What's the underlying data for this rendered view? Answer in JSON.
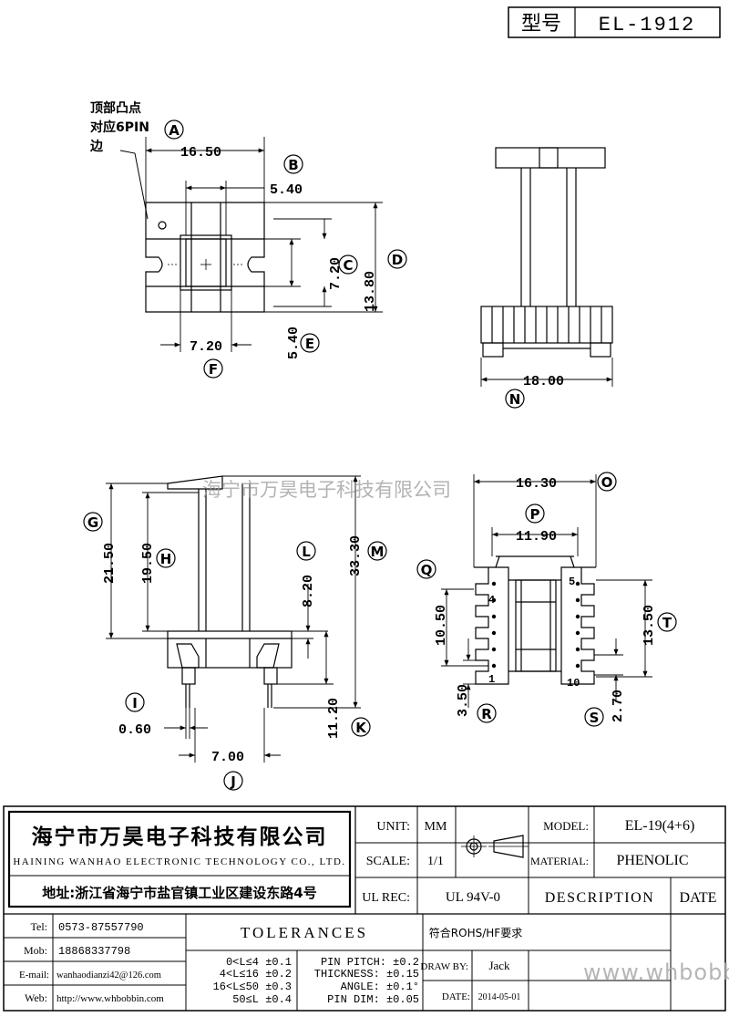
{
  "header": {
    "model_label": "型号",
    "model_value": "EL-1912"
  },
  "note": {
    "line1": "顶部凸点",
    "line2": "对应6PIN",
    "line3": "边"
  },
  "watermark": "海宁市万昊电子科技有限公司",
  "dims": {
    "A": "A",
    "B": "B",
    "C": "C",
    "D": "D",
    "E": "E",
    "F": "F",
    "G": "G",
    "H": "H",
    "I": "I",
    "J": "J",
    "K": "K",
    "L": "L",
    "M": "M",
    "N": "N",
    "O": "O",
    "P": "P",
    "Q": "Q",
    "R": "R",
    "S": "S",
    "T": "T",
    "v_a": "16.50",
    "v_b": "5.40",
    "v_c": "7.20",
    "v_d": "13.80",
    "v_e": "5.40",
    "v_f": "7.20",
    "v_n": "18.00",
    "v_g": "21.50",
    "v_h": "19.50",
    "v_l": "8.20",
    "v_m": "33.30",
    "v_i": "0.60",
    "v_j": "7.00",
    "v_k": "11.20",
    "v_o": "16.30",
    "v_p": "11.90",
    "v_q": "10.50",
    "v_t": "13.50",
    "v_r": "3.50",
    "v_s": "2.70",
    "pin1": "1",
    "pin4": "4",
    "pin5": "5",
    "pin10": "10"
  },
  "title_block": {
    "company_cn": "海宁市万昊电子科技有限公司",
    "company_en": "HAINING WANHAO ELECTRONIC TECHNOLOGY CO., LTD.",
    "address": "地址:浙江省海宁市盐官镇工业区建设东路4号",
    "unit_label": "UNIT:",
    "unit_value": "MM",
    "scale_label": "SCALE:",
    "scale_value": "1/1",
    "ulrec_label": "UL REC:",
    "ulrec_value": "UL 94V-0",
    "model_label": "MODEL:",
    "model_value": "EL-19(4+6)",
    "material_label": "MATERIAL:",
    "material_value": "PHENOLIC",
    "description_label": "DESCRIPTION",
    "date_label": "DATE",
    "tel_label": "Tel:",
    "tel_value": "0573-87557790",
    "mob_label": "Mob:",
    "mob_value": "18868337798",
    "email_label": "E-mail:",
    "email_value": "wanhaodianzi42@126.com",
    "web_label": "Web:",
    "web_value": "http://www.whbobbin.com",
    "tolerances_label": "TOLERANCES",
    "rohs": "符合ROHS/HF要求",
    "tol_1": "0<L≤4  ±0.1",
    "tol_2": "4<L≤16  ±0.2",
    "tol_3": "16<L≤50  ±0.3",
    "tol_4": "50≤L  ±0.4",
    "pin_pitch": "PIN PITCH: ±0.2",
    "thickness": "THICKNESS: ±0.15",
    "angle": "ANGLE: ±0.1°",
    "pin_dim": "PIN DIM: ±0.05",
    "draw_by_label": "DRAW BY:",
    "draw_by_value": "Jack",
    "date_field_label": "DATE:",
    "date_value": "2014-05-01",
    "watermark_site": "www.whbobbin.com"
  }
}
